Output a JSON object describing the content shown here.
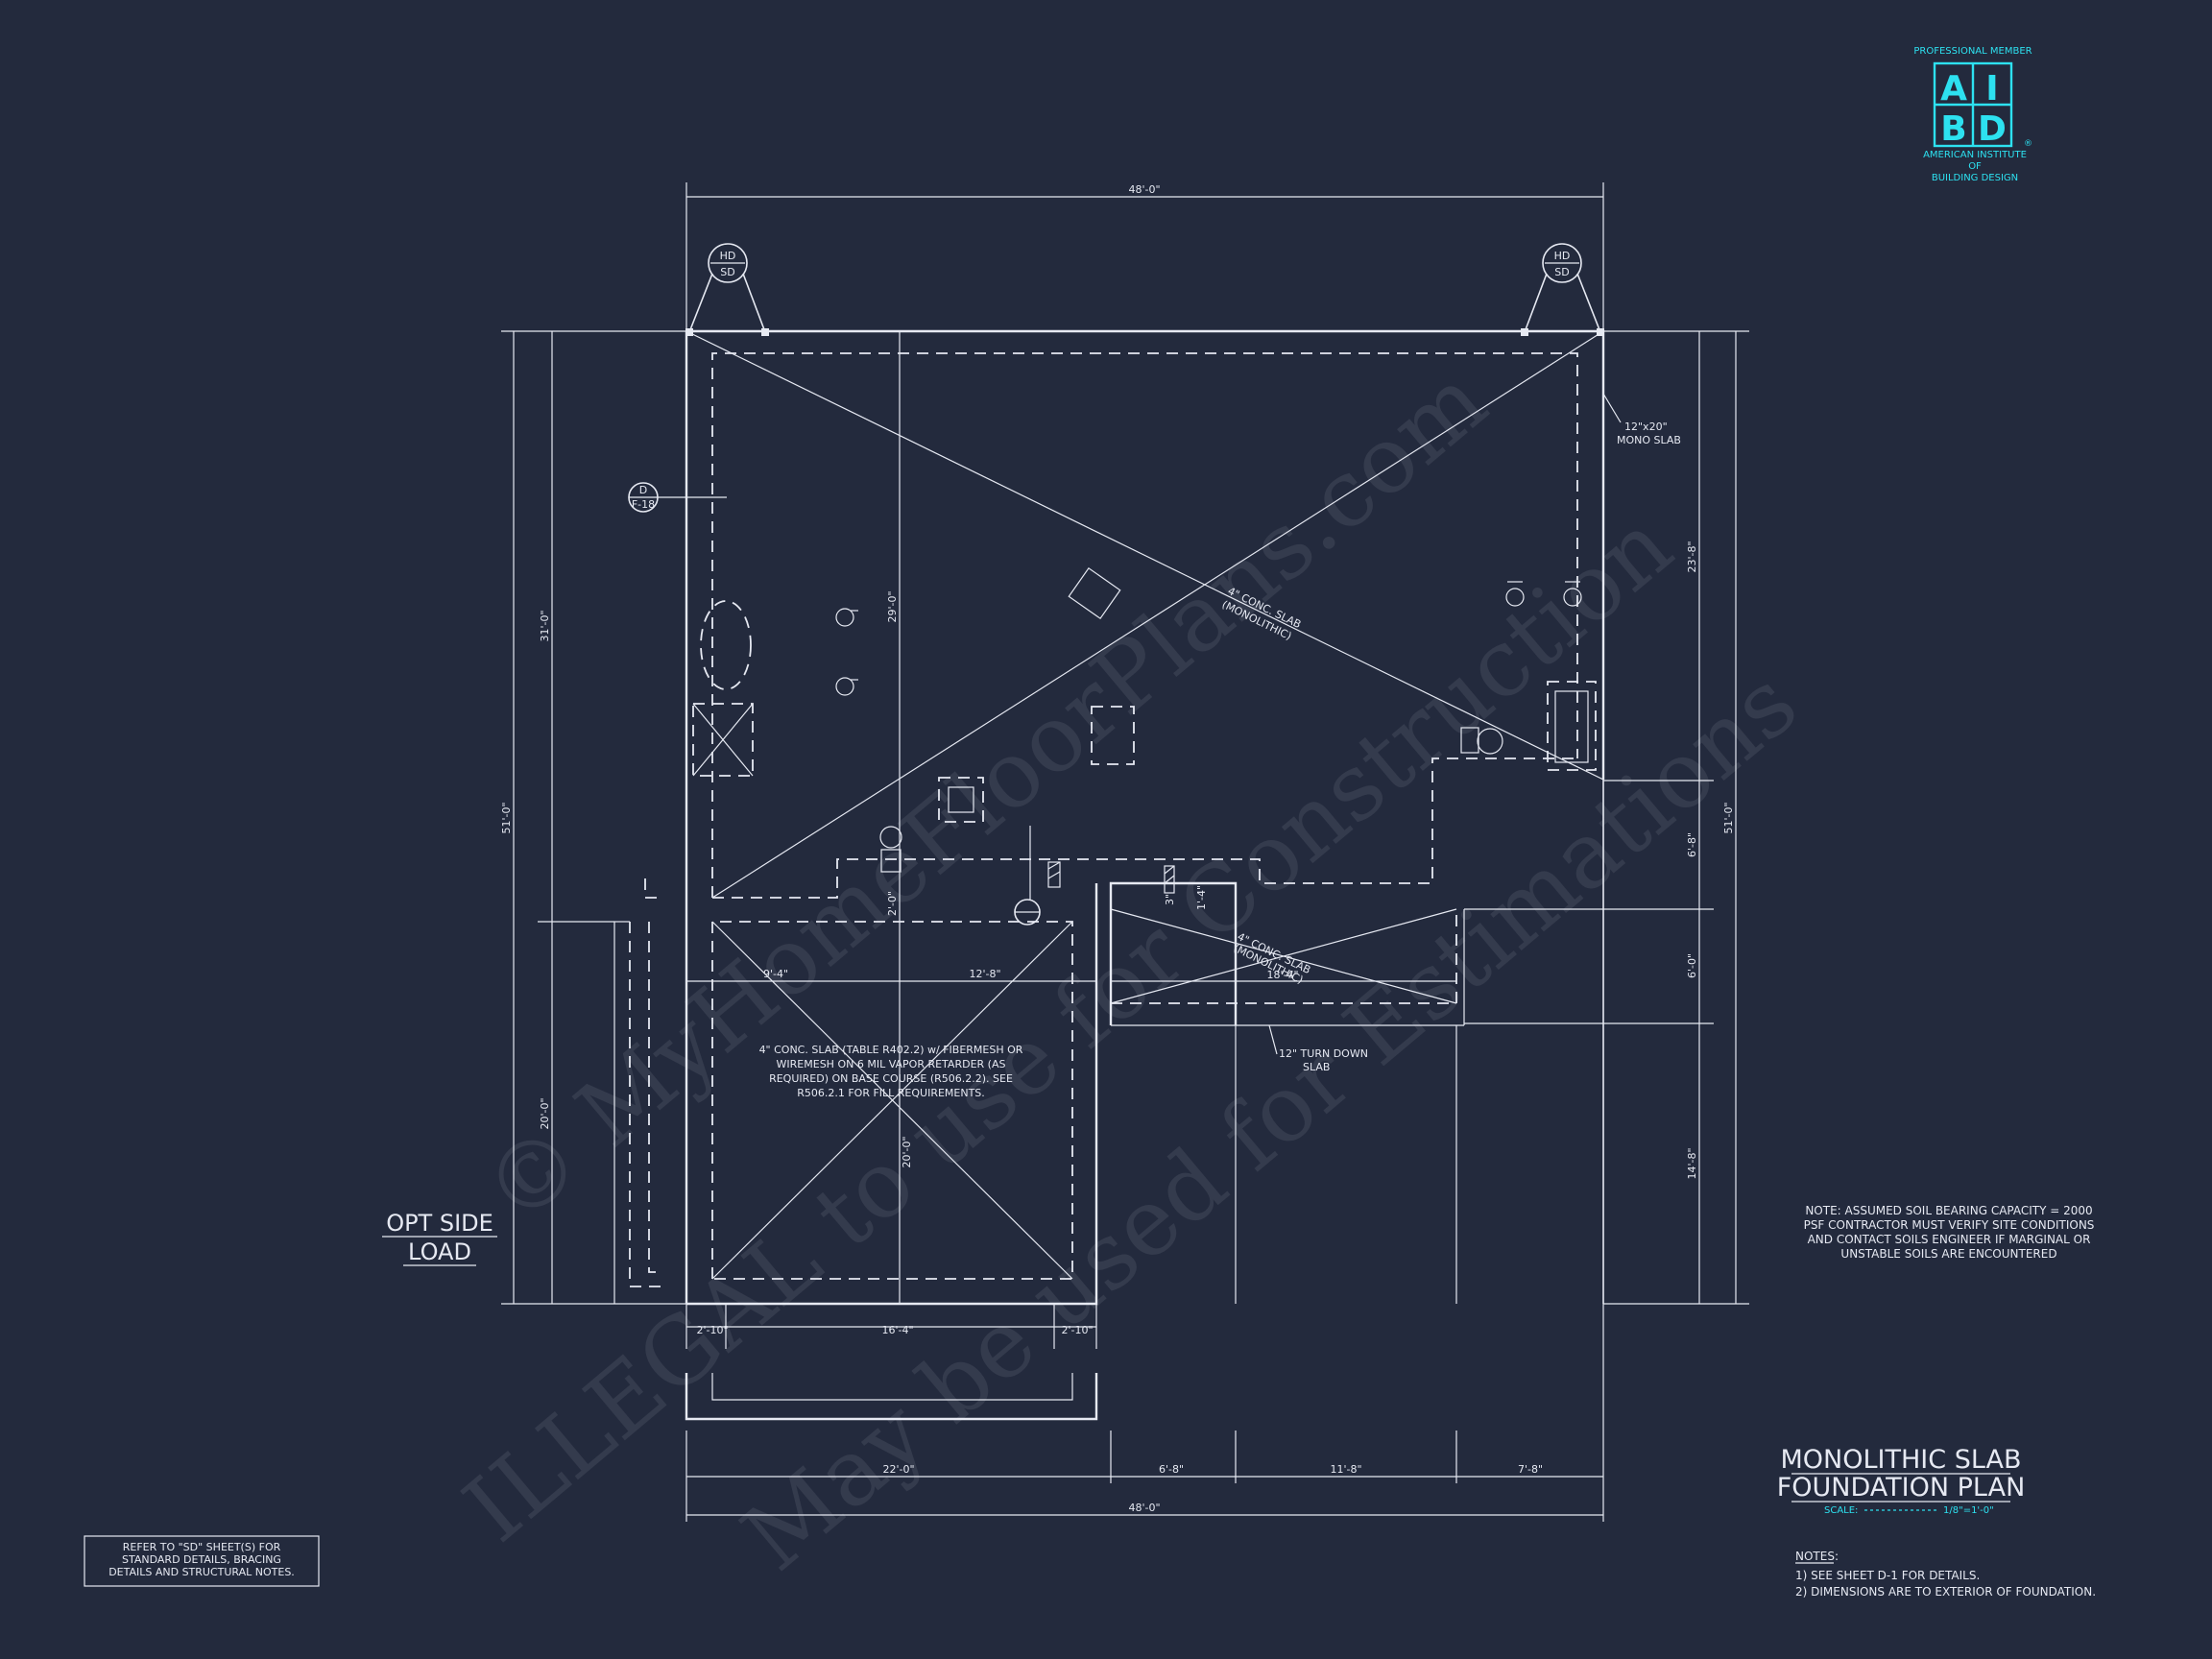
{
  "badge": {
    "top": "PROFESSIONAL MEMBER",
    "letters": [
      "A",
      "I",
      "B",
      "D"
    ],
    "registered": "®",
    "bottom": [
      "AMERICAN INSTITUTE",
      "OF",
      "BUILDING DESIGN"
    ],
    "color": "#2de1f0"
  },
  "watermark": {
    "line1": "© MyHomeFloorPlans.com",
    "line2": "ILLEGAL to use for Construction",
    "line3": "May be used for Estimations"
  },
  "dimensions": {
    "top_overall": "48'-0\"",
    "bottom_overall": "48'-0\"",
    "left_overall": "51'-0\"",
    "right_overall": "51'-0\"",
    "left_upper": "31'-0\"",
    "left_lower": "20'-0\"",
    "center_upper": "29'-0\"",
    "center_lower": "20'-0\"",
    "right_upper": "23'-8\"",
    "right_mid1": "6'-8\"",
    "right_mid2": "6'-0\"",
    "right_lower": "14'-8\"",
    "garage_left": "9'-4\"",
    "garage_right": "12'-8\"",
    "porch": "18'-4\"",
    "small_2_0": "2'-0\"",
    "small_3": "3\"",
    "small_1_4": "1'-4\"",
    "apron_left": "2'-10\"",
    "apron_mid": "16'-4\"",
    "apron_right": "2'-10\"",
    "bottom_1": "22'-0\"",
    "bottom_2": "6'-8\"",
    "bottom_3": "11'-8\"",
    "bottom_4": "7'-8\""
  },
  "callouts": {
    "hd_top": "HD",
    "hd_bottom": "SD",
    "detail_top": "D",
    "detail_bottom": "F-18",
    "mono_slab": [
      "12\"x20\"",
      "MONO SLAB"
    ],
    "conc_slab_main": [
      "4\" CONC. SLAB",
      "(MONOLITHIC)"
    ],
    "conc_slab_porch": [
      "4\" CONC. SLAB",
      "(MONOLITHIC)"
    ],
    "turn_down": [
      "12\" TURN DOWN",
      "SLAB"
    ],
    "garage_slab": [
      "4\" CONC. SLAB (TABLE R402.2) w/ FIBERMESH OR",
      "WIREMESH ON 6 MIL VAPOR RETARDER (AS",
      "REQUIRED) ON BASE COURSE (R506.2.2). SEE",
      "R506.2.1 FOR FILL REQUIREMENTS."
    ]
  },
  "opt_side_load": [
    "OPT SIDE",
    "LOAD"
  ],
  "soil_note": [
    "NOTE: ASSUMED SOIL BEARING CAPACITY = 2000",
    "PSF CONTRACTOR MUST VERIFY SITE CONDITIONS",
    "AND CONTACT SOILS ENGINEER IF MARGINAL OR",
    "UNSTABLE SOILS ARE ENCOUNTERED"
  ],
  "refer_box": [
    "REFER TO \"SD\" SHEET(S) FOR",
    "STANDARD DETAILS, BRACING",
    "DETAILS AND STRUCTURAL NOTES."
  ],
  "title": {
    "line1": "MONOLITHIC SLAB",
    "line2": "FOUNDATION PLAN",
    "scale_label": "SCALE:",
    "scale_value": "1/8\"=1'-0\""
  },
  "notes": {
    "heading": "NOTES:",
    "items": [
      "1)  SEE SHEET D-1 FOR DETAILS.",
      "2)  DIMENSIONS ARE TO EXTERIOR OF FOUNDATION."
    ]
  }
}
